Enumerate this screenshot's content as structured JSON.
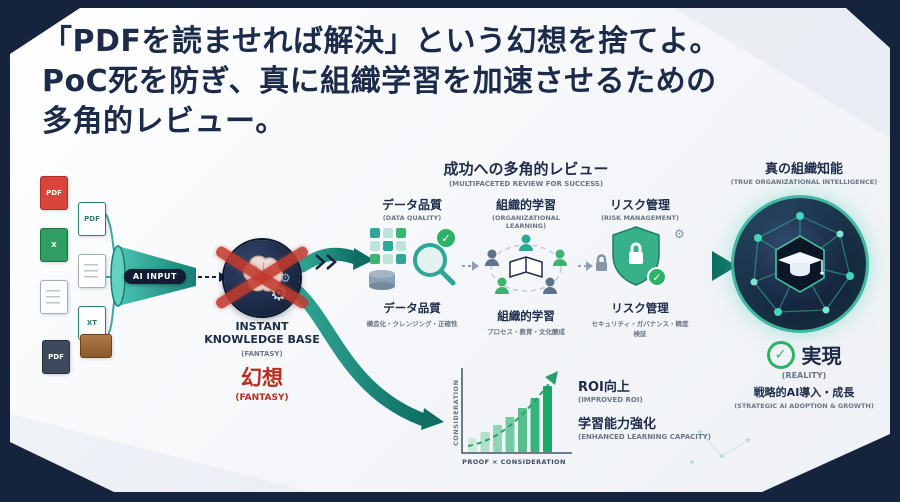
{
  "colors": {
    "page_bg": "#16233d",
    "card_bg": "#ffffff",
    "navy_text": "#1d2b4a",
    "gray_text": "#6b7686",
    "teal_accent": "#2fa796",
    "green_accent": "#2eb268",
    "red_accent": "#b92d20"
  },
  "icons": {
    "check": "✓",
    "gear": "⚙"
  },
  "header": {
    "title_lines": [
      "「PDFを読ませれば解決」という幻想を捨てよ。",
      "PoC死を防ぎ、真に組織学習を加速させるための",
      "多角的レビュー。"
    ]
  },
  "input": {
    "funnel_label": "AI INPUT",
    "files": [
      {
        "label": "PDF"
      },
      {
        "label": "PDF"
      },
      {
        "label": "X"
      },
      {
        "label": ""
      },
      {
        "label": ""
      },
      {
        "label": "XT"
      },
      {
        "label": ""
      },
      {
        "label": "PDF"
      }
    ]
  },
  "fantasy": {
    "title_line1": "INSTANT",
    "title_line2": "KNOWLEDGE BASE",
    "subtitle": "(FANTASY)",
    "jp_label": "幻想",
    "jp_sub": "(FANTASY)"
  },
  "review": {
    "title": "成功への多角的レビュー",
    "subtitle": "(MULTIFACETED REVIEW FOR SUCCESS)",
    "columns": [
      {
        "title": "データ品質",
        "subtitle": "(DATA QUALITY)",
        "caption": "データ品質",
        "caption_sub": "構造化・クレンジング・正確性"
      },
      {
        "title": "組織的学習",
        "subtitle": "(ORGANIZATIONAL LEARNING)",
        "caption": "組織的学習",
        "caption_sub": "プロセス・教育・文化醸成"
      },
      {
        "title": "リスク管理",
        "subtitle": "(RISK MANAGEMENT)",
        "caption": "リスク管理",
        "caption_sub": "セキュリティ・ガバナンス・精度検証"
      }
    ]
  },
  "chart": {
    "type": "bar",
    "ylabel": "CONSIDERATION",
    "xlabel": "PROOF × CONSIDERATION",
    "values": [
      14,
      20,
      27,
      35,
      44,
      54,
      66
    ],
    "colors": [
      "#cfe9dc",
      "#b2dfc9",
      "#93d5b5",
      "#74caa2",
      "#55c08e",
      "#36b57a",
      "#17aa67"
    ]
  },
  "outcomes": [
    {
      "title": "ROI向上",
      "subtitle": "(IMPROVED ROI)"
    },
    {
      "title": "学習能力強化",
      "subtitle": "(ENHANCED LEARNING CAPACITY)"
    }
  ],
  "result": {
    "title": "真の組織知能",
    "subtitle": "(TRUE ORGANIZATIONAL INTELLIGENCE)",
    "check_label": "実現",
    "check_sub": "(REALITY)",
    "caption": "戦略的AI導入・成長",
    "caption_sub": "(STRATEGIC AI ADOPTION & GROWTH)"
  }
}
